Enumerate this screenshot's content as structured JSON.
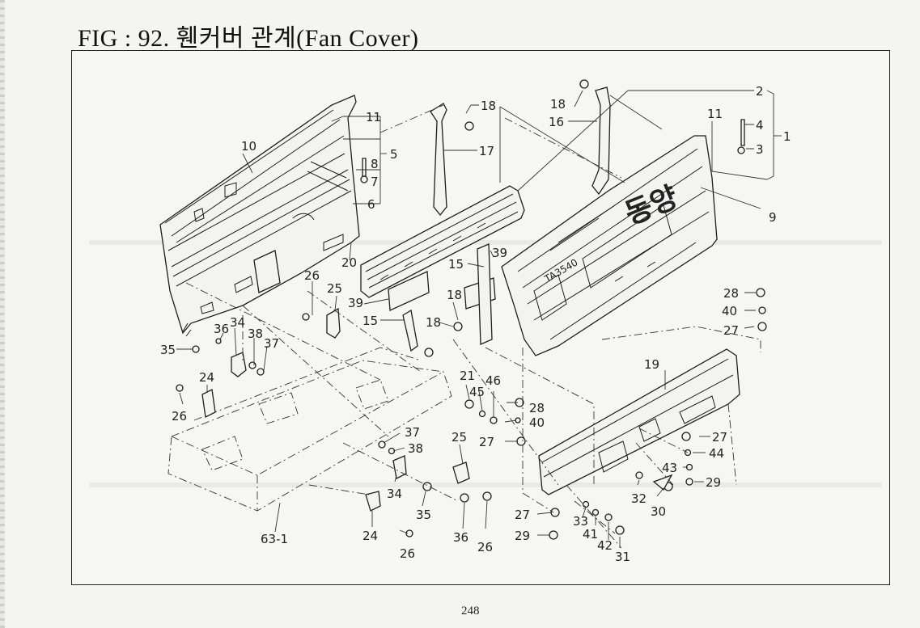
{
  "title": "FIG : 92. 휀커버 관계(Fan Cover)",
  "page_number": "248",
  "grille_badge": "동양",
  "plate_text": "TA3540",
  "callouts": {
    "c1": "1",
    "c2": "2",
    "c3": "3",
    "c4": "4",
    "c5": "5",
    "c6": "6",
    "c7": "7",
    "c8": "8",
    "c9": "9",
    "c10": "10",
    "c11a": "11",
    "c11b": "11",
    "c15a": "15",
    "c15b": "15",
    "c16": "16",
    "c17": "17",
    "c18a": "18",
    "c18b": "18",
    "c18c": "18",
    "c18d": "18",
    "c19": "19",
    "c20": "20",
    "c21": "21",
    "c24a": "24",
    "c24b": "24",
    "c25a": "25",
    "c25b": "25",
    "c26a": "26",
    "c26b": "26",
    "c26c": "26",
    "c26d": "26",
    "c27a": "27",
    "c27b": "27",
    "c27c": "27",
    "c27d": "27",
    "c28a": "28",
    "c28b": "28",
    "c29a": "29",
    "c29b": "29",
    "c30": "30",
    "c31": "31",
    "c32": "32",
    "c33": "33",
    "c34a": "34",
    "c34b": "34",
    "c35a": "35",
    "c35b": "35",
    "c36a": "36",
    "c36b": "36",
    "c37a": "37",
    "c37b": "37",
    "c38a": "38",
    "c38b": "38",
    "c39a": "39",
    "c39b": "39",
    "c40a": "40",
    "c40b": "40",
    "c41": "41",
    "c42": "42",
    "c43": "43",
    "c44": "44",
    "c45": "45",
    "c46": "46",
    "c631": "63-1"
  }
}
